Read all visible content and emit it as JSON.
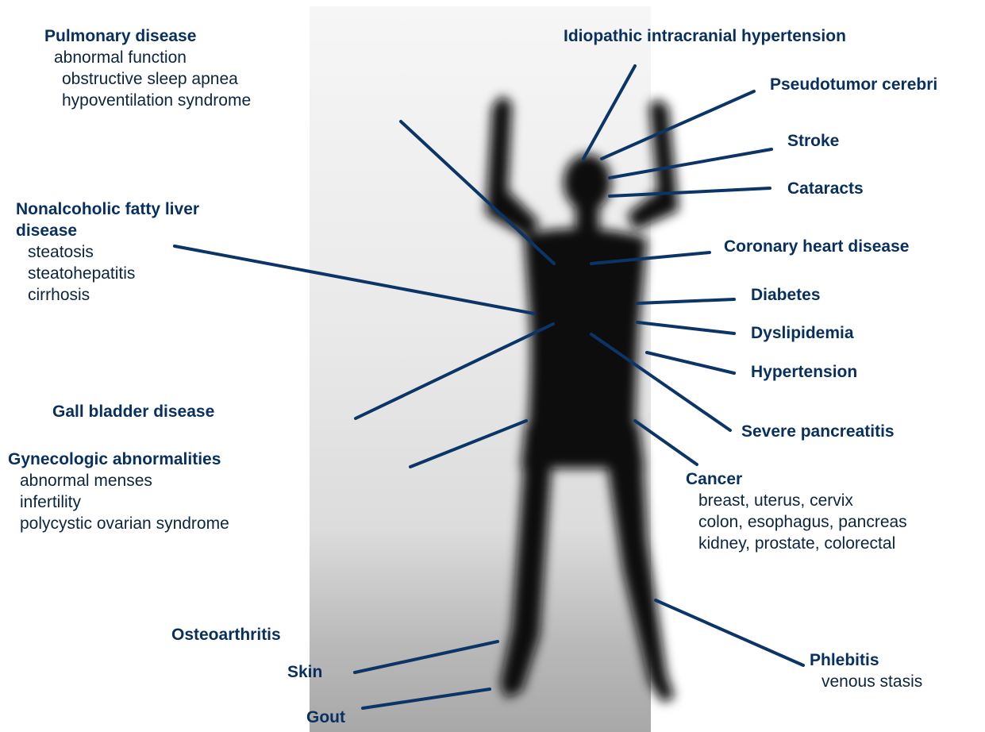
{
  "colors": {
    "line": "#0b3566",
    "title": "#072f5f",
    "detail": "#0c2440",
    "silhouette": "#0d0d0d"
  },
  "labels": {
    "pulmonary": {
      "title": "Pulmonary disease",
      "details": [
        "abnormal function",
        "obstructive sleep apnea",
        "hypoventilation syndrome"
      ]
    },
    "nafld": {
      "title_line1": "Nonalcoholic fatty liver",
      "title_line2": "disease",
      "details": [
        "steatosis",
        "steatohepatitis",
        "cirrhosis"
      ]
    },
    "gallbladder": {
      "title": "Gall bladder disease"
    },
    "gynecologic": {
      "title": "Gynecologic abnormalities",
      "details": [
        "abnormal menses",
        "infertility",
        "polycystic ovarian syndrome"
      ]
    },
    "osteoarthritis": {
      "title": "Osteoarthritis"
    },
    "skin": {
      "title": "Skin"
    },
    "gout": {
      "title": "Gout"
    },
    "iih": {
      "title": "Idiopathic intracranial hypertension"
    },
    "pseudotumor": {
      "title": "Pseudotumor cerebri"
    },
    "stroke": {
      "title": "Stroke"
    },
    "cataracts": {
      "title": "Cataracts"
    },
    "chd": {
      "title": "Coronary heart disease"
    },
    "diabetes": {
      "title": "Diabetes"
    },
    "dyslipidemia": {
      "title": "Dyslipidemia"
    },
    "hypertension": {
      "title": "Hypertension"
    },
    "pancreatitis": {
      "title": "Severe pancreatitis"
    },
    "cancer": {
      "title": "Cancer",
      "details": [
        "breast, uterus, cervix",
        "colon, esophagus, pancreas",
        "kidney, prostate, colorectal"
      ]
    },
    "phlebitis": {
      "title": "Phlebitis",
      "details": [
        "venous stasis"
      ]
    }
  }
}
